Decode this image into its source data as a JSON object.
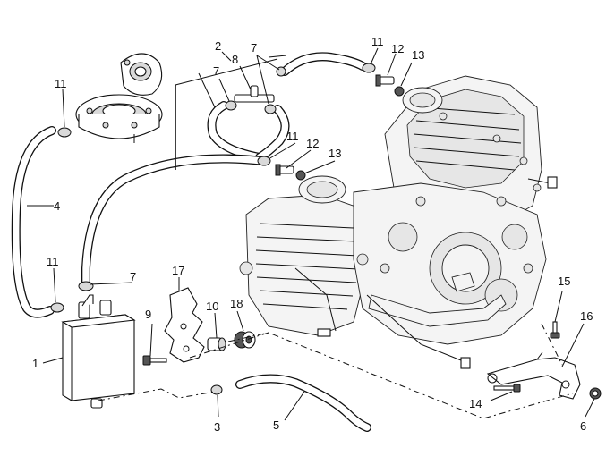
{
  "diagram": {
    "callouts": [
      {
        "id": "c1",
        "text": "1"
      },
      {
        "id": "c2",
        "text": "2"
      },
      {
        "id": "c3",
        "text": "3"
      },
      {
        "id": "c4",
        "text": "4"
      },
      {
        "id": "c5",
        "text": "5"
      },
      {
        "id": "c6",
        "text": "6"
      },
      {
        "id": "c7a",
        "text": "7"
      },
      {
        "id": "c7b",
        "text": "7"
      },
      {
        "id": "c7c",
        "text": "7"
      },
      {
        "id": "c8",
        "text": "8"
      },
      {
        "id": "c9",
        "text": "9"
      },
      {
        "id": "c10",
        "text": "10"
      },
      {
        "id": "c11a",
        "text": "11"
      },
      {
        "id": "c11b",
        "text": "11"
      },
      {
        "id": "c11c",
        "text": "11"
      },
      {
        "id": "c11d",
        "text": "11"
      },
      {
        "id": "c12a",
        "text": "12"
      },
      {
        "id": "c12b",
        "text": "12"
      },
      {
        "id": "c13a",
        "text": "13"
      },
      {
        "id": "c13b",
        "text": "13"
      },
      {
        "id": "c14",
        "text": "14"
      },
      {
        "id": "c15",
        "text": "15"
      },
      {
        "id": "c16",
        "text": "16"
      },
      {
        "id": "c17",
        "text": "17"
      },
      {
        "id": "c18",
        "text": "18"
      }
    ]
  }
}
